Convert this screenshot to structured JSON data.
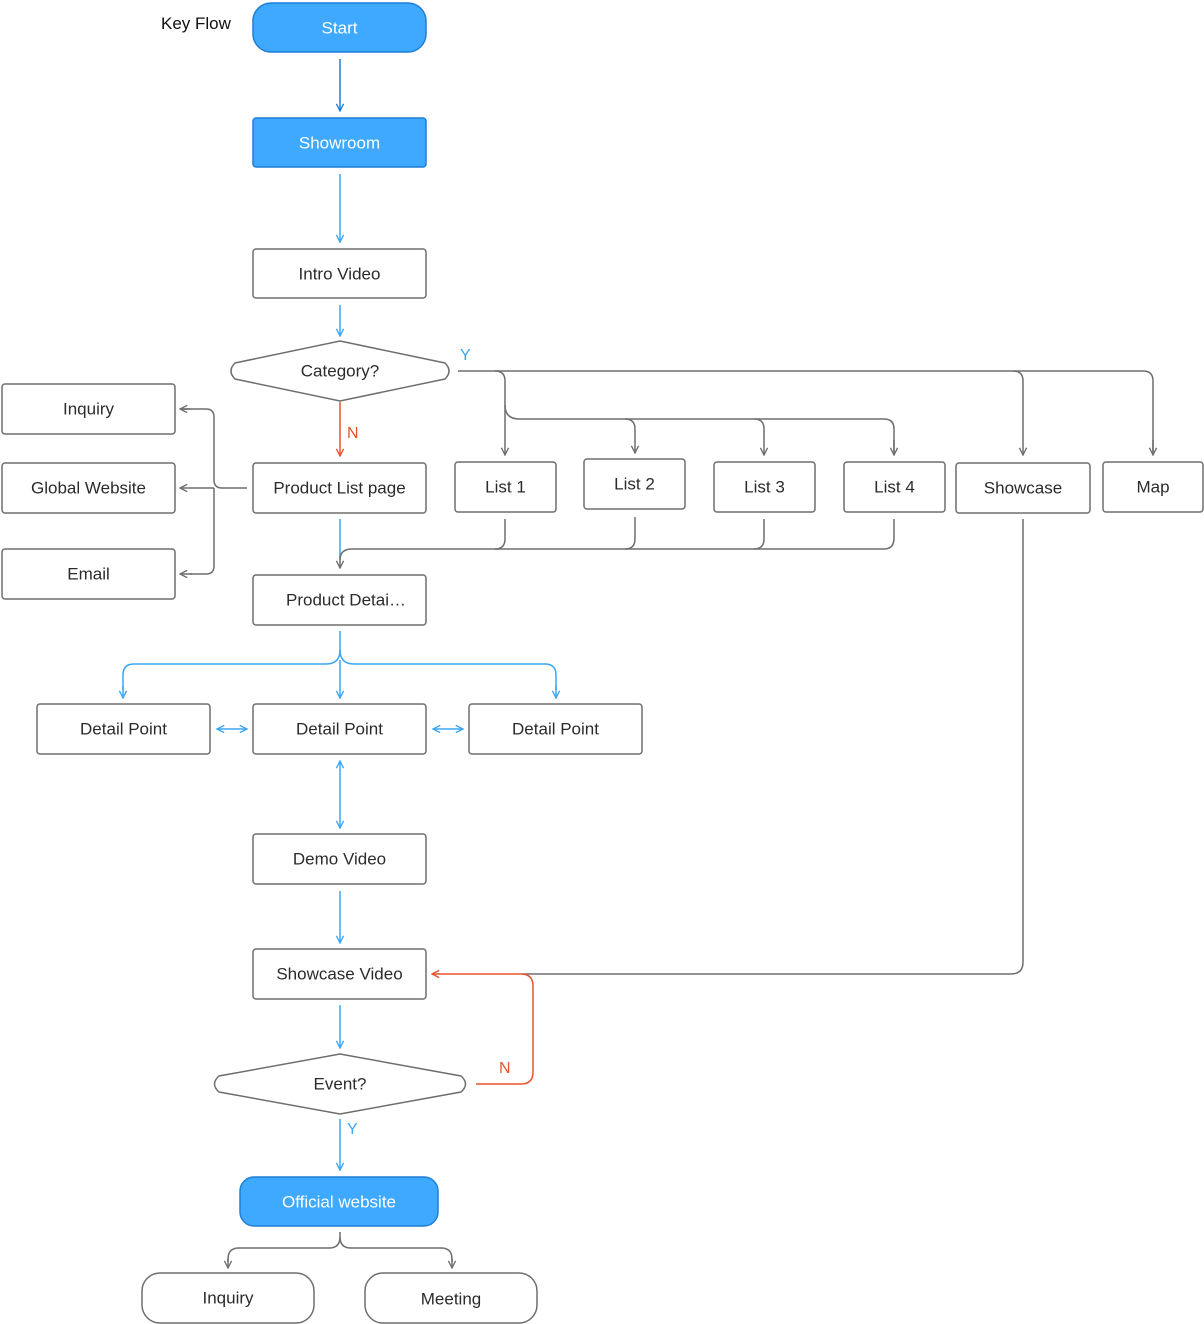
{
  "title": "Key Flow",
  "colors": {
    "key_fill": "#3fa9ff",
    "key_stroke": "#1f7fd6",
    "gray": "#6e6e6e",
    "blue": "#3ba6f2",
    "red": "#e8532d"
  },
  "nodes": {
    "start": "Start",
    "showroom": "Showroom",
    "intro_video": "Intro Video",
    "category": "Category?",
    "inquiry_left": "Inquiry",
    "global_website": "Global Website",
    "email": "Email",
    "product_list": "Product List page",
    "list1": "List 1",
    "list2": "List 2",
    "list3": "List 3",
    "list4": "List 4",
    "showcase": "Showcase",
    "map": "Map",
    "product_detail": "Product Detai…",
    "detail_left": "Detail Point",
    "detail_center": "Detail Point",
    "detail_right": "Detail Point",
    "demo_video": "Demo Video",
    "showcase_video": "Showcase Video",
    "event": "Event?",
    "official_website": "Official website",
    "inquiry_bottom": "Inquiry",
    "meeting": "Meeting"
  },
  "edge_labels": {
    "category_yes": "Y",
    "category_no": "N",
    "event_no": "N",
    "event_yes": "Y"
  }
}
